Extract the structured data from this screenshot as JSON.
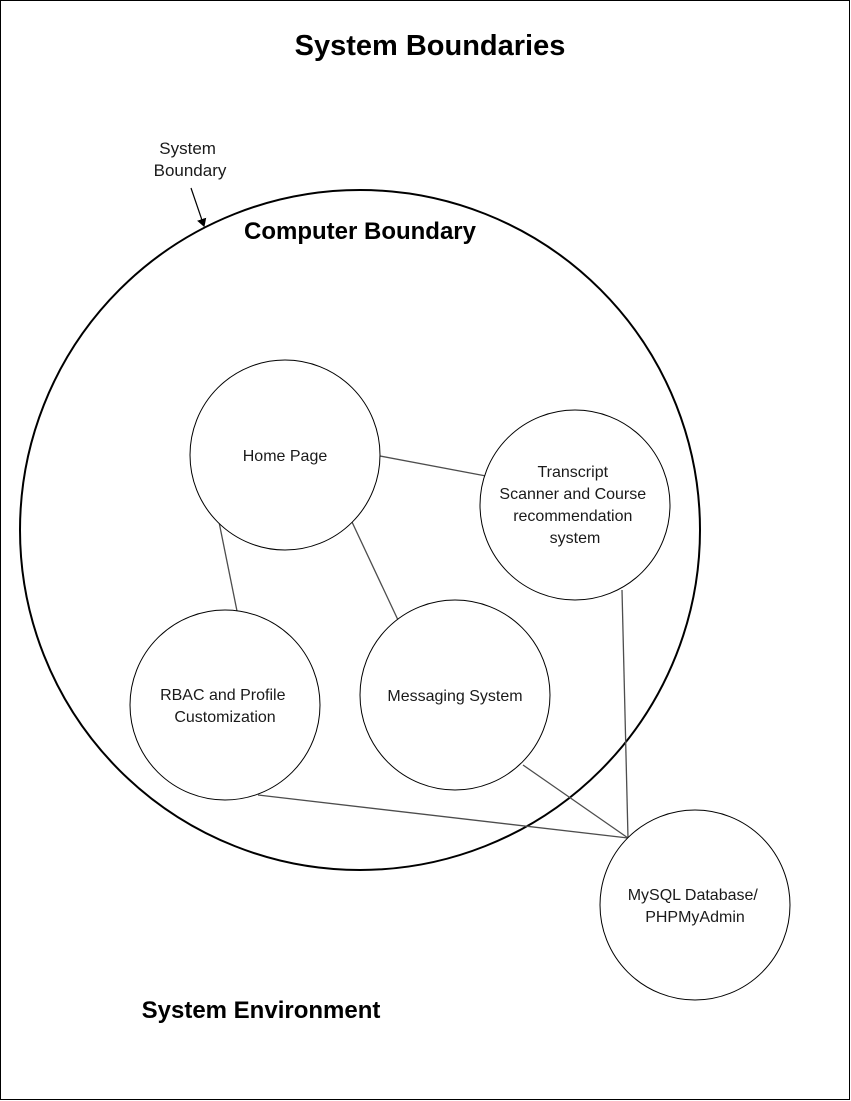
{
  "title": "System Boundaries",
  "annotation": {
    "lines": [
      "System",
      "Boundary"
    ]
  },
  "computer_boundary": {
    "label": "Computer Boundary"
  },
  "environment": {
    "label": "System Environment"
  },
  "nodes": [
    {
      "id": "home",
      "lines": [
        "Home Page"
      ]
    },
    {
      "id": "transcript",
      "lines": [
        "Transcript",
        "Scanner and Course",
        "recommendation",
        "system"
      ]
    },
    {
      "id": "rbac",
      "lines": [
        "RBAC and Profile",
        "Customization"
      ]
    },
    {
      "id": "messaging",
      "lines": [
        "Messaging System"
      ]
    },
    {
      "id": "mysql",
      "lines": [
        "MySQL Database/",
        "PHPMyAdmin"
      ]
    }
  ],
  "edges": [
    {
      "from": "home",
      "to": "transcript"
    },
    {
      "from": "home",
      "to": "rbac"
    },
    {
      "from": "home",
      "to": "messaging"
    },
    {
      "from": "rbac",
      "to": "mysql"
    },
    {
      "from": "messaging",
      "to": "mysql"
    },
    {
      "from": "transcript",
      "to": "mysql"
    }
  ]
}
